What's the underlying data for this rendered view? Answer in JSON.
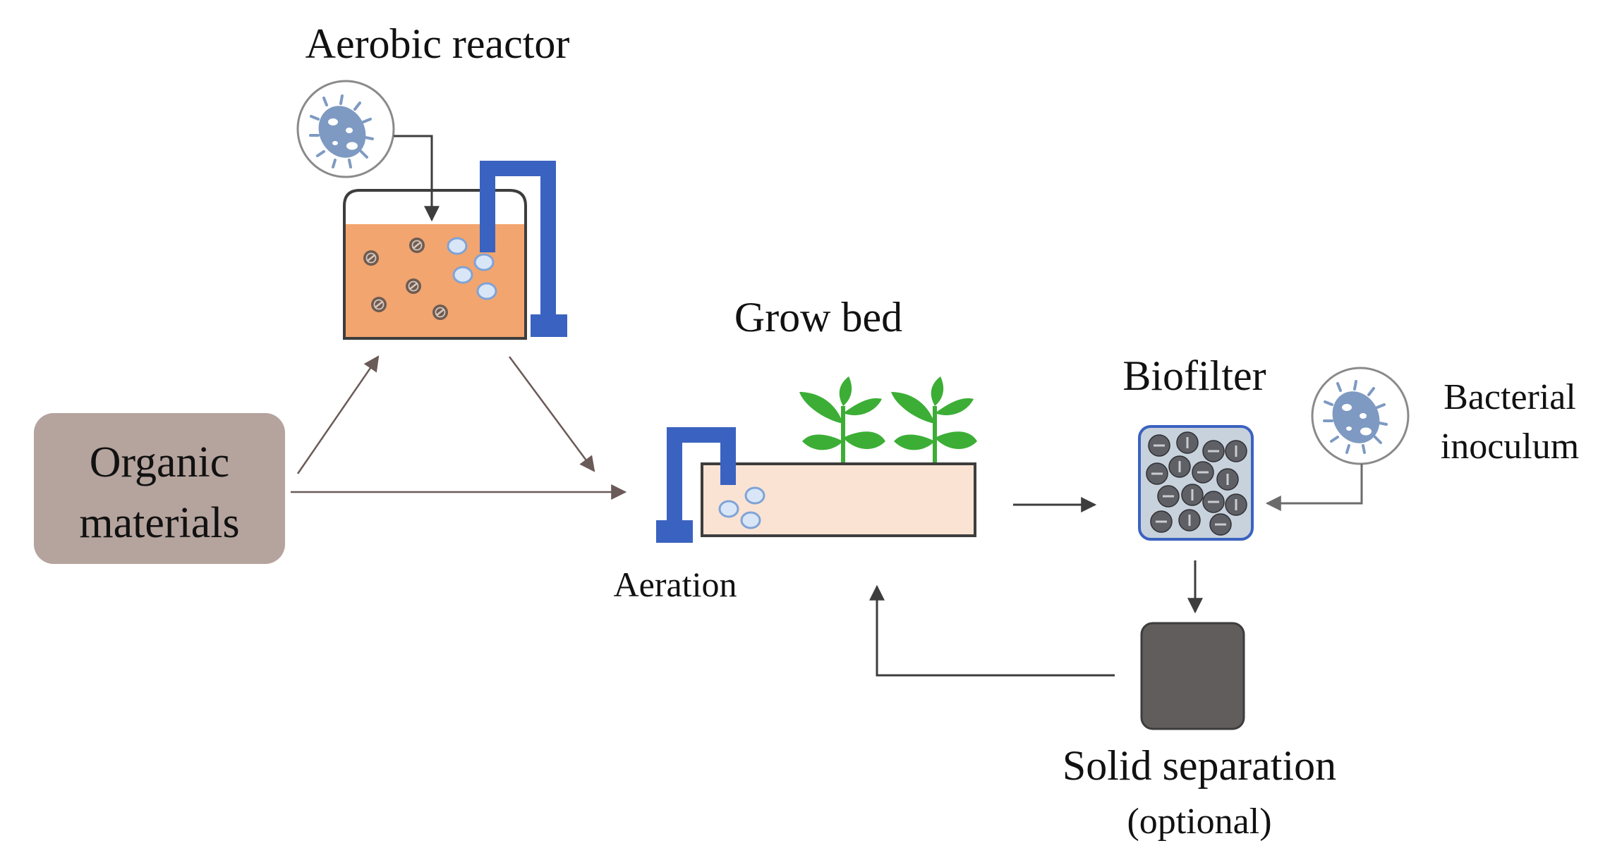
{
  "labels": {
    "aerobic_reactor": "Aerobic reactor",
    "grow_bed": "Grow bed",
    "biofilter": "Biofilter",
    "bacterial_inoculum_line1": "Bacterial",
    "bacterial_inoculum_line2": "inoculum",
    "organic_materials_line1": "Organic",
    "organic_materials_line2": "materials",
    "aeration": "Aeration",
    "solid_separation": "Solid separation",
    "solid_separation_note": "(optional)"
  },
  "colors": {
    "organic_box": "#b5a39d",
    "reactor_liquid": "#f2a56f",
    "grow_bed_liquid": "#fbe3d4",
    "pipe_blue": "#3a62c0",
    "bubble": "#d9e6f7",
    "bacterium": "#7e9ac2",
    "biofilter_fill": "#c8d2dc",
    "solid_box": "#625d5d",
    "flow_arrow": "#6a5a58",
    "line_dark": "#3d3d3d",
    "leaf": "#3cae36"
  }
}
